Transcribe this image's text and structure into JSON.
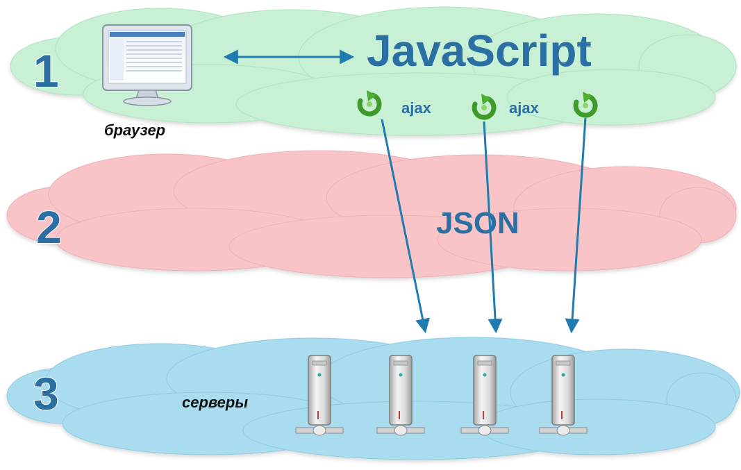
{
  "layers": [
    {
      "number": "1",
      "label": "JavaScript",
      "caption": "браузер",
      "color": "#c7f0d4"
    },
    {
      "number": "2",
      "label": "JSON",
      "color": "#f8c4c8"
    },
    {
      "number": "3",
      "caption": "серверы",
      "color": "#a9dcee"
    }
  ],
  "ajax_labels": [
    "ajax",
    "ajax"
  ],
  "colors": {
    "accent_blue": "#2c6fa3",
    "arrow": "#1f7bb0",
    "cloud_green": "#c7f0d4",
    "cloud_pink": "#f8c4c8",
    "cloud_blue": "#a9dcee",
    "ajax_icon": "#4caf2f"
  },
  "icons": [
    "monitor-icon",
    "refresh-icon",
    "server-icon"
  ]
}
